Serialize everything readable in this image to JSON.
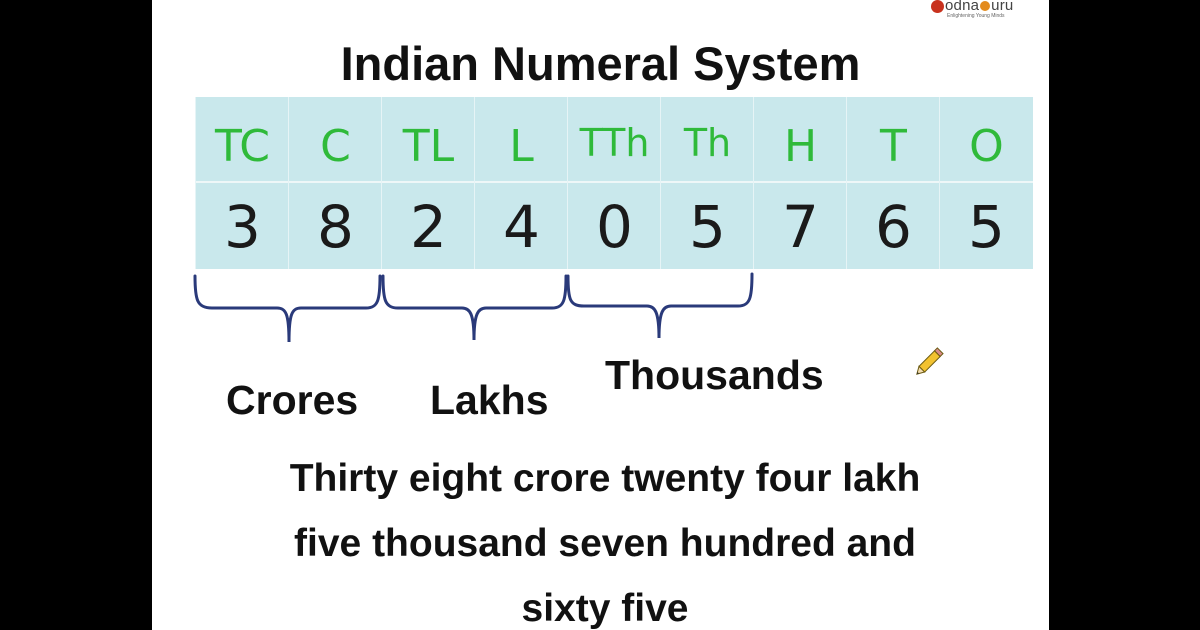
{
  "logo": {
    "part1": "odna",
    "part2": "uru",
    "tagline": "Enlightening Young Minds"
  },
  "title": "Indian Numeral System",
  "places": [
    {
      "header": "TC",
      "digit": "3"
    },
    {
      "header": "C",
      "digit": "8"
    },
    {
      "header": "TL",
      "digit": "2"
    },
    {
      "header": "L",
      "digit": "4"
    },
    {
      "header": "TTh",
      "digit": "0"
    },
    {
      "header": "Th",
      "digit": "5"
    },
    {
      "header": "H",
      "digit": "7"
    },
    {
      "header": "T",
      "digit": "6"
    },
    {
      "header": "O",
      "digit": "5"
    }
  ],
  "groups": {
    "crores": "Crores",
    "lakhs": "Lakhs",
    "thousands": "Thousands"
  },
  "sentence": {
    "line1": "Thirty eight crore twenty four lakh",
    "line2": "five thousand seven hundred and",
    "line3": "sixty five"
  },
  "colors": {
    "header_green": "#2fba3a",
    "table_bg": "#c9e8ec",
    "bracket": "#2a3a7a"
  },
  "icons": [
    "pencil-icon"
  ]
}
